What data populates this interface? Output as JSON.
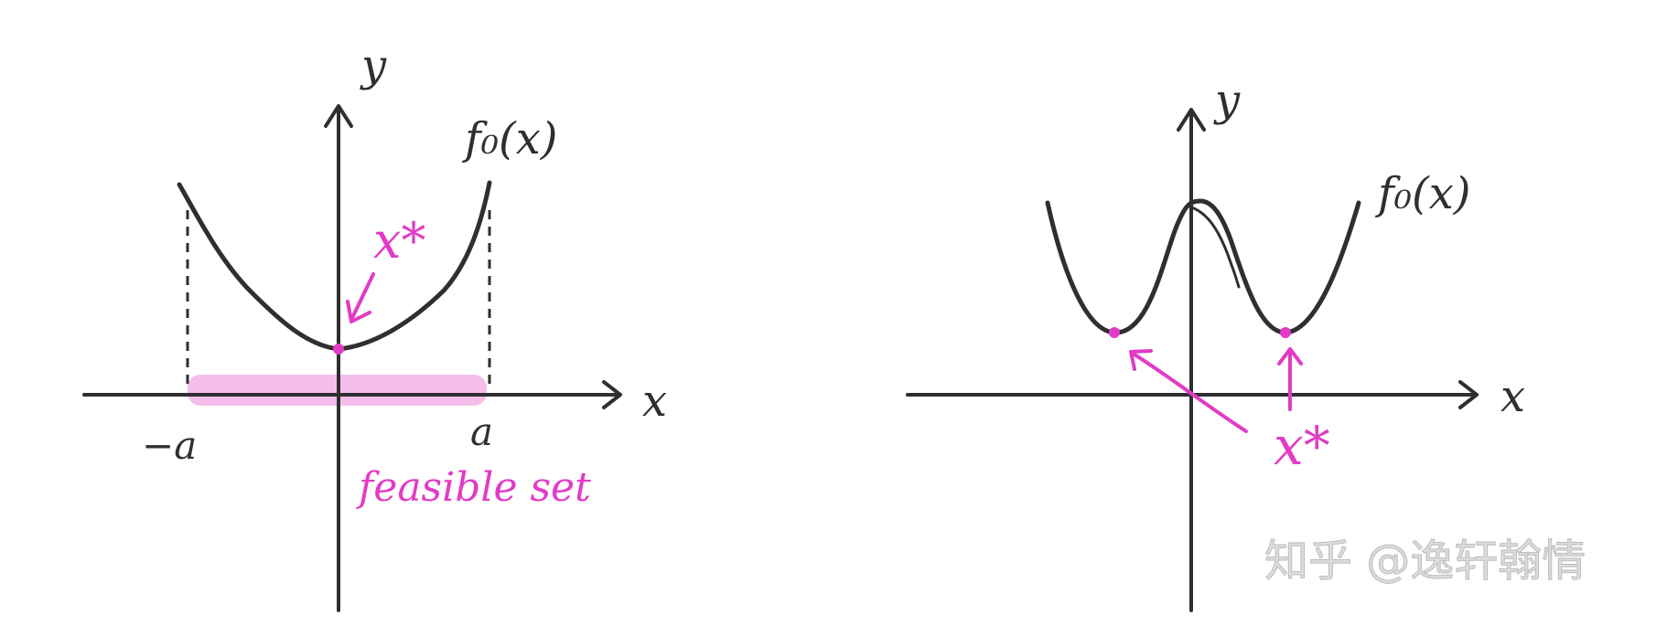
{
  "colors": {
    "ink": "#2f2f2f",
    "accent": "#e23bc6",
    "band": "#f3b3e6",
    "watermark": "#d9d9d9"
  },
  "left_panel": {
    "y_axis_label": "y",
    "x_axis_label": "x",
    "curve_label": "f₀(x)",
    "optimum_label": "x*",
    "neg_bound_label": "−a",
    "pos_bound_label": "a",
    "band_label": "feasible set"
  },
  "right_panel": {
    "y_axis_label": "y",
    "x_axis_label": "x",
    "curve_label": "f₀(x)",
    "optimum_label": "x*"
  },
  "watermark": {
    "text": "知乎 @逸轩翰情"
  }
}
